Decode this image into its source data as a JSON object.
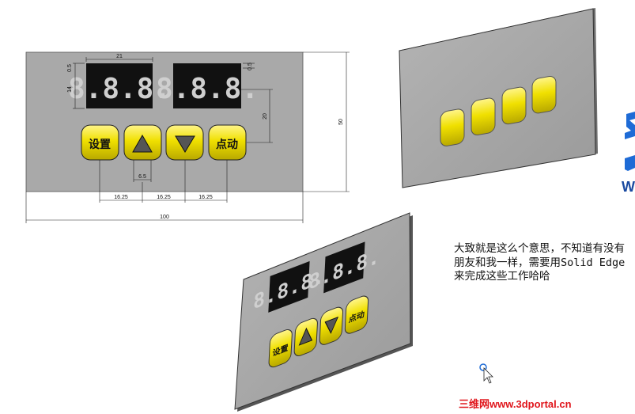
{
  "drawing": {
    "width_label": "100",
    "height_label": "50",
    "display_width_label": "21",
    "display_height_label": "14",
    "offset_small_left": "0.5",
    "offset_small_right": "0.5",
    "button_row_height_label": "20",
    "button_gap_label": "6.5",
    "pitch_1": "16.25",
    "pitch_2": "16.25",
    "pitch_3": "16.25"
  },
  "panel": {
    "display_left": "8.8.8.",
    "display_right": "8.8.8.",
    "button_set": "设置",
    "button_up_icon": "triangle-up-icon",
    "button_down_icon": "triangle-down-icon",
    "button_jog": "点动"
  },
  "iso_front": {
    "display_left": "8.8.8.",
    "display_right": "8.8.8.",
    "button_set": "设置",
    "button_jog": "点动"
  },
  "note_text": "大致就是这么个意思，不知道有没有朋友和我一样，需要用Solid Edge来完成这些工作哈哈",
  "watermark_text": "三维网www.3dportal.cn",
  "colors": {
    "panel_gray": "#a9a9a9",
    "button_yellow": "#f0e000",
    "display_black": "#111111",
    "segment": "#cfcfcf",
    "watermark_red": "#e0161c",
    "edge_blue": "#1e6bd6"
  }
}
